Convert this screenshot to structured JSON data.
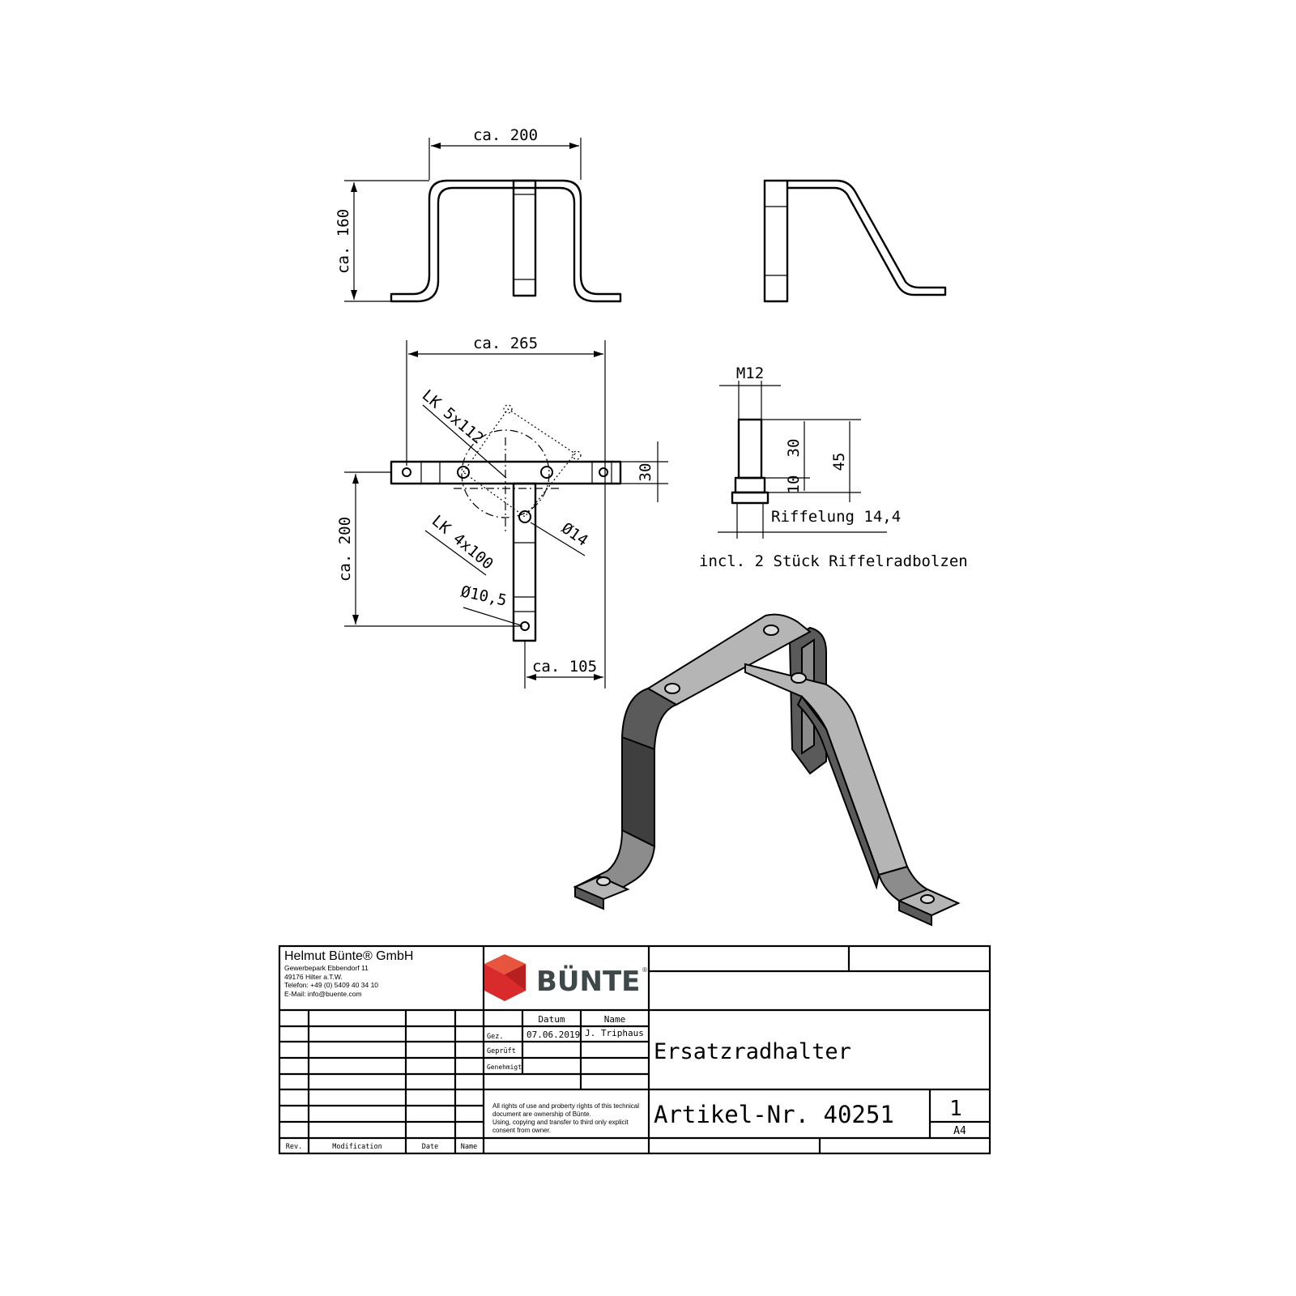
{
  "drawing": {
    "front_view": {
      "width_label": "ca. 200",
      "height_label": "ca. 160"
    },
    "top_view": {
      "width_label": "ca. 265",
      "depth_label": "ca. 200",
      "offset_label": "ca. 105",
      "bar_width_label": "30",
      "pcd_5_label": "LK 5x112",
      "pcd_4_label": "LK 4x100",
      "hole_large_label": "Ø14",
      "hole_small_label": "Ø10,5"
    },
    "bolt": {
      "thread_label": "M12",
      "length_30_label": "30",
      "length_10_label": "10",
      "length_45_label": "45",
      "knurl_label": "Riffelung 14,4",
      "note": "incl. 2 Stück Riffelradbolzen"
    }
  },
  "title_block": {
    "company": "Helmut Bünte® GmbH",
    "address": [
      "Gewerbepark Ebbendorf 11",
      "49176 Hilter a.T.W.",
      "Telefon: +49 (0) 5409 40 34 10",
      "E-Mail: info@buente.com"
    ],
    "logo_text": "BÜNTE",
    "logo_mark": "®",
    "col_datum": "Datum",
    "col_name": "Name",
    "row_gez": "Gez.",
    "row_geprueft": "Geprüft",
    "row_genehmigt": "Genehmigt",
    "gez_date": "07.06.2019",
    "gez_name": "J. Triphaus",
    "rights": [
      "All rights of use and proberty rights of this technical",
      "document are ownership of Bünte.",
      "Using, copying and transfer to third only explicit",
      "consent from owner."
    ],
    "rev_header": "Rev.",
    "mod_header": "Modification",
    "date_header": "Date",
    "name_header": "Name",
    "title": "Ersatzradhalter",
    "article": "Artikel-Nr. 40251",
    "sheet": "1",
    "format": "A4",
    "colors": {
      "logo_red": "#d92b2b",
      "logo_text": "#3f4849"
    }
  }
}
